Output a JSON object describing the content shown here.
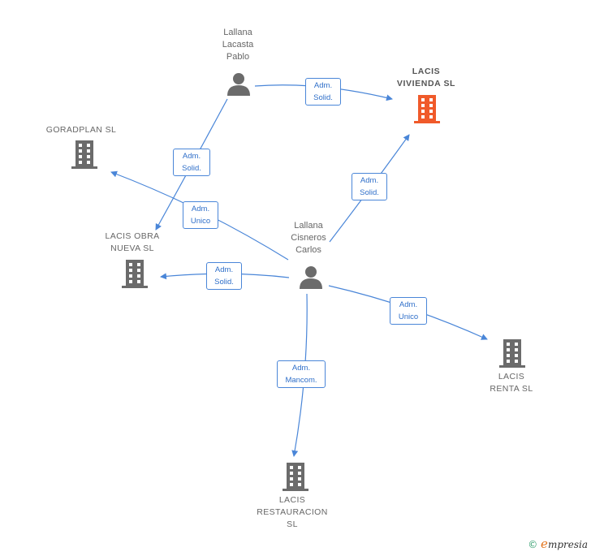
{
  "persons": {
    "pablo": {
      "name_lines": [
        "Lallana",
        "Lacasta",
        "Pablo"
      ]
    },
    "carlos": {
      "name_lines": [
        "Lallana",
        "Cisneros",
        "Carlos"
      ]
    }
  },
  "companies": {
    "lacis_vivienda": {
      "name_lines": [
        "LACIS",
        "VIVIENDA  SL"
      ],
      "color": "#f05a2a"
    },
    "goradplan": {
      "name_lines": [
        "GORADPLAN SL"
      ],
      "color": "#6b6b6b"
    },
    "lacis_obra_nueva": {
      "name_lines": [
        "LACIS OBRA",
        "NUEVA  SL"
      ],
      "color": "#6b6b6b"
    },
    "lacis_renta": {
      "name_lines": [
        "LACIS",
        "RENTA  SL"
      ],
      "color": "#6b6b6b"
    },
    "lacis_restauracion": {
      "name_lines": [
        "LACIS",
        "RESTAURACION",
        "SL"
      ],
      "color": "#6b6b6b"
    }
  },
  "edges": {
    "pablo_vivienda": {
      "lines": [
        "Adm.",
        "Solid."
      ]
    },
    "pablo_obra": {
      "lines": [
        "Adm.",
        "Solid."
      ]
    },
    "carlos_goradplan": {
      "lines": [
        "Adm.",
        "Unico"
      ]
    },
    "carlos_vivienda": {
      "lines": [
        "Adm.",
        "Solid."
      ]
    },
    "carlos_obra": {
      "lines": [
        "Adm.",
        "Solid."
      ]
    },
    "carlos_renta": {
      "lines": [
        "Adm.",
        "Unico"
      ]
    },
    "carlos_restauracion": {
      "lines": [
        "Adm.",
        "Mancom."
      ]
    }
  },
  "footer": {
    "copyright": "©",
    "brand_initial": "e",
    "brand_rest": "mpresia"
  },
  "colors": {
    "edge": "#4a86d8",
    "person_icon": "#6b6b6b",
    "highlight_company": "#f05a2a"
  }
}
